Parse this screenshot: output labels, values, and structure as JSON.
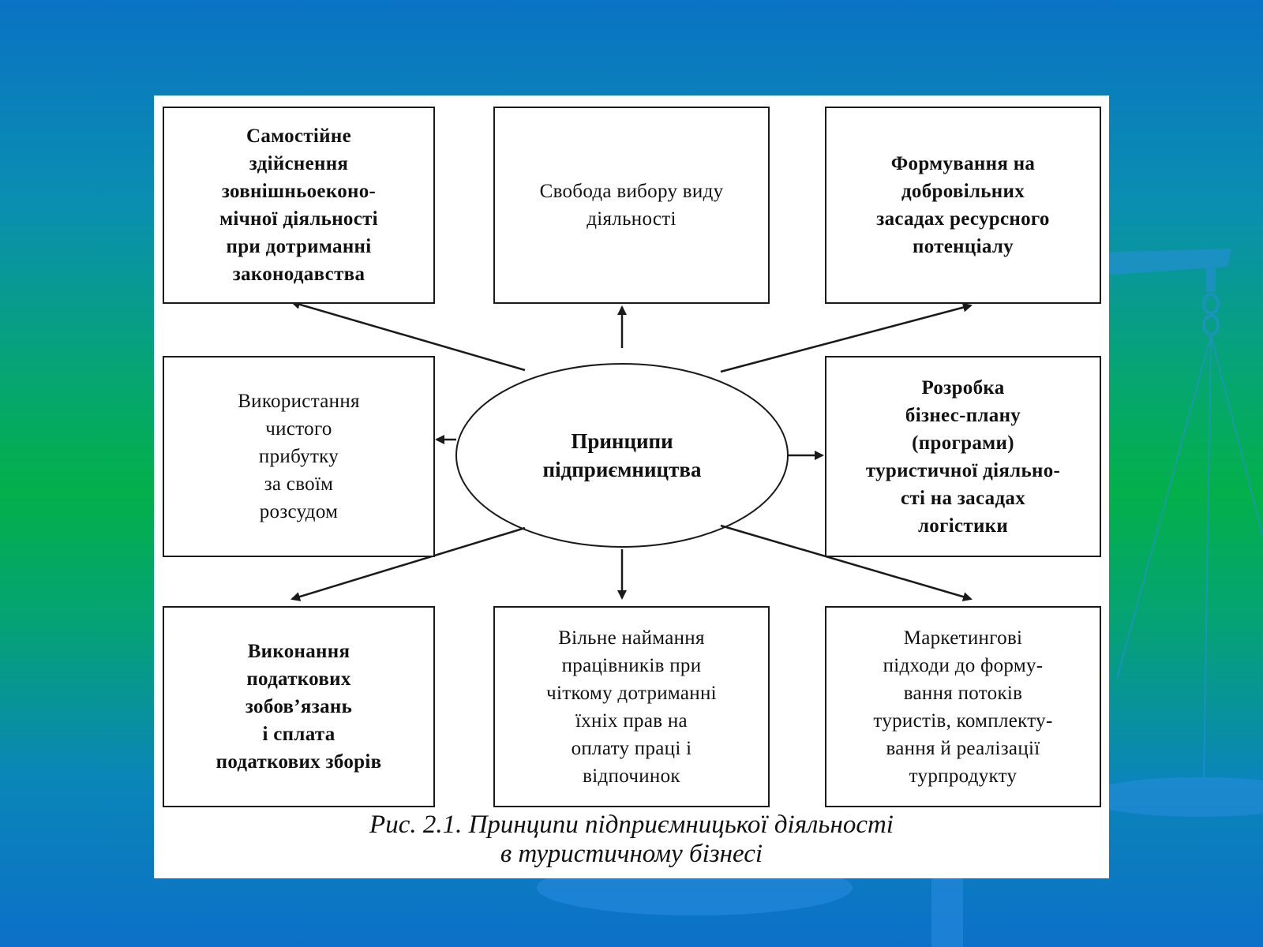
{
  "diagram": {
    "center": "Принципи\nпідприємництва",
    "boxes": {
      "top_left": "Самостійне\nздійснення\nзовнішньоеконо-\nмічної діяльності\nпри дотриманні\nзаконодавства",
      "top_center": "Свобода вибору виду\nдіяльності",
      "top_right": "Формування на\nдобровільних\nзасадах ресурсного\nпотенціалу",
      "middle_left": "Використання\nчистого\nприбутку\nза своїм\nрозсудом",
      "middle_right": "Розробка\nбізнес-плану\n(програми)\nтуристичної діяльно-\nсті на засадах\nлогістики",
      "bottom_left": "Виконання\nподаткових\nзобов’язань\nі сплата\nподаткових зборів",
      "bottom_center": "Вільне наймання\nпрацівників при\nчіткому дотриманні\nїхніх прав на\nоплату праці і\nвідпочинок",
      "bottom_right": "Маркетингові\nпідходи до форму-\nвання потоків\nтуристів, комплекту-\nвання й реалізації\nтурпродукту"
    },
    "caption": "Рис. 2.1. Принципи підприємницької діяльності\nв туристичному бізнесі"
  },
  "colors": {
    "background_top": "#0a73c4",
    "background_mid": "#03b04a",
    "scales": "#1f8fd6"
  }
}
